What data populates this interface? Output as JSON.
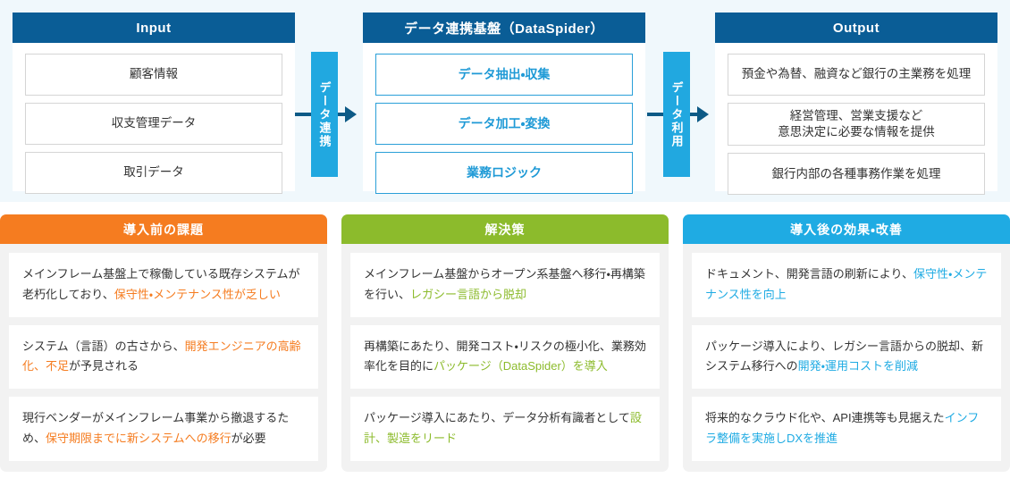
{
  "flow": {
    "input": {
      "title": "Input",
      "items": [
        {
          "text": "顧客情報"
        },
        {
          "text": "収支管理データ"
        },
        {
          "text": "取引データ"
        }
      ]
    },
    "middle": {
      "title": "データ連携基盤（DataSpider）",
      "items": [
        {
          "text": "データ抽出・収集"
        },
        {
          "text": "データ加工・変換"
        },
        {
          "text": "業務ロジック"
        }
      ]
    },
    "output": {
      "title": "Output",
      "items": [
        {
          "text": "預金や為替、融資など銀行の主業務を処理"
        },
        {
          "line1": "経営管理、営業支援など",
          "line2": "意思決定に必要な情報を提供"
        },
        {
          "text": "銀行内部の各種事務作業を処理"
        }
      ]
    },
    "connectors": [
      {
        "label": "データ連携"
      },
      {
        "label": "データ利用"
      }
    ]
  },
  "cards": {
    "issue": {
      "title": "導入前の課題",
      "accent": "#f57c20",
      "items": [
        {
          "parts": [
            {
              "text": "メインフレーム基盤上で稼働している既存システムが老朽化しており、",
              "highlight": false
            },
            {
              "text": "保守性・メンテナンス性が乏しい",
              "highlight": true
            }
          ]
        },
        {
          "parts": [
            {
              "text": "システム（言語）の古さから、",
              "highlight": false
            },
            {
              "text": "開発エンジニアの高齢化、不足",
              "highlight": true
            },
            {
              "text": "が予見される",
              "highlight": false
            }
          ]
        },
        {
          "parts": [
            {
              "text": "現行ベンダーがメインフレーム事業から撤退するため、",
              "highlight": false
            },
            {
              "text": "保守期限までに新システムへの移行",
              "highlight": true
            },
            {
              "text": "が必要",
              "highlight": false
            }
          ]
        }
      ]
    },
    "solution": {
      "title": "解決策",
      "accent": "#8cbb2c",
      "items": [
        {
          "parts": [
            {
              "text": "メインフレーム基盤からオープン系基盤へ移行・再構築を行い、",
              "highlight": false
            },
            {
              "text": "レガシー言語から脱却",
              "highlight": true
            }
          ]
        },
        {
          "parts": [
            {
              "text": "再構築にあたり、開発コスト・リスクの極小化、業務効率化を目的に",
              "highlight": false
            },
            {
              "text": "パッケージ（DataSpider）を導入",
              "highlight": true
            }
          ]
        },
        {
          "parts": [
            {
              "text": "パッケージ導入にあたり、データ分析有識者として",
              "highlight": false
            },
            {
              "text": "設計、製造をリード",
              "highlight": true
            }
          ]
        }
      ]
    },
    "effect": {
      "title": "導入後の効果・改善",
      "accent": "#1fabe3",
      "items": [
        {
          "parts": [
            {
              "text": "ドキュメント、開発言語の刷新により、",
              "highlight": false
            },
            {
              "text": "保守性・メンテナンス性を向上",
              "highlight": true
            }
          ]
        },
        {
          "parts": [
            {
              "text": "パッケージ導入により、レガシー言語からの脱却、新システム移行への",
              "highlight": false
            },
            {
              "text": "開発・運用コストを削減",
              "highlight": true
            }
          ]
        },
        {
          "parts": [
            {
              "text": "将来的なクラウド化や、API連携等も見据えた",
              "highlight": false
            },
            {
              "text": "インフラ整備を実施しDXを推進",
              "highlight": true
            }
          ]
        }
      ]
    }
  }
}
